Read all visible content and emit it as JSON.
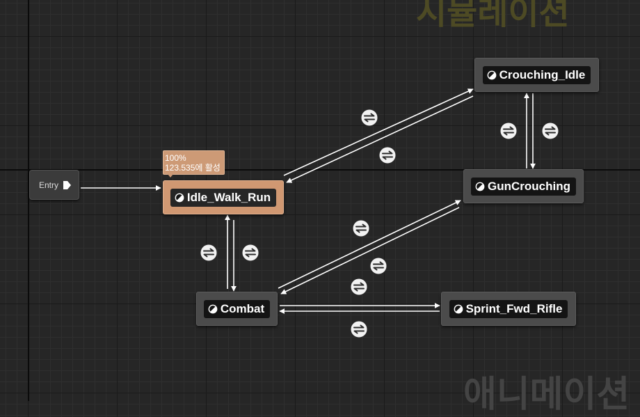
{
  "watermarks": {
    "top": "시뮬레이션",
    "bottom": "애니메이션"
  },
  "entry": {
    "label": "Entry",
    "icon": "entry-arrow-icon"
  },
  "states": {
    "idle_walk_run": {
      "label": "Idle_Walk_Run",
      "icon": "state-icon",
      "active": true
    },
    "crouching_idle": {
      "label": "Crouching_Idle",
      "icon": "state-icon"
    },
    "gun_crouching": {
      "label": "GunCrouching",
      "icon": "state-icon"
    },
    "combat": {
      "label": "Combat",
      "icon": "state-icon"
    },
    "sprint_fwd_rifle": {
      "label": "Sprint_Fwd_Rifle",
      "icon": "state-icon"
    }
  },
  "tooltip": {
    "weight": "100%",
    "active_for": "123.535에 활성"
  },
  "transitions": {
    "icon": "transition-rule-icon",
    "pairs": [
      [
        "idle_walk_run",
        "crouching_idle"
      ],
      [
        "crouching_idle",
        "gun_crouching"
      ],
      [
        "idle_walk_run",
        "combat"
      ],
      [
        "combat",
        "gun_crouching"
      ],
      [
        "combat",
        "sprint_fwd_rifle"
      ]
    ]
  },
  "colors": {
    "background": "#262626",
    "active_state": "#d09872",
    "state_frame": "#4b4b4b",
    "state_inner": "#141414",
    "wire": "#ffffff"
  }
}
